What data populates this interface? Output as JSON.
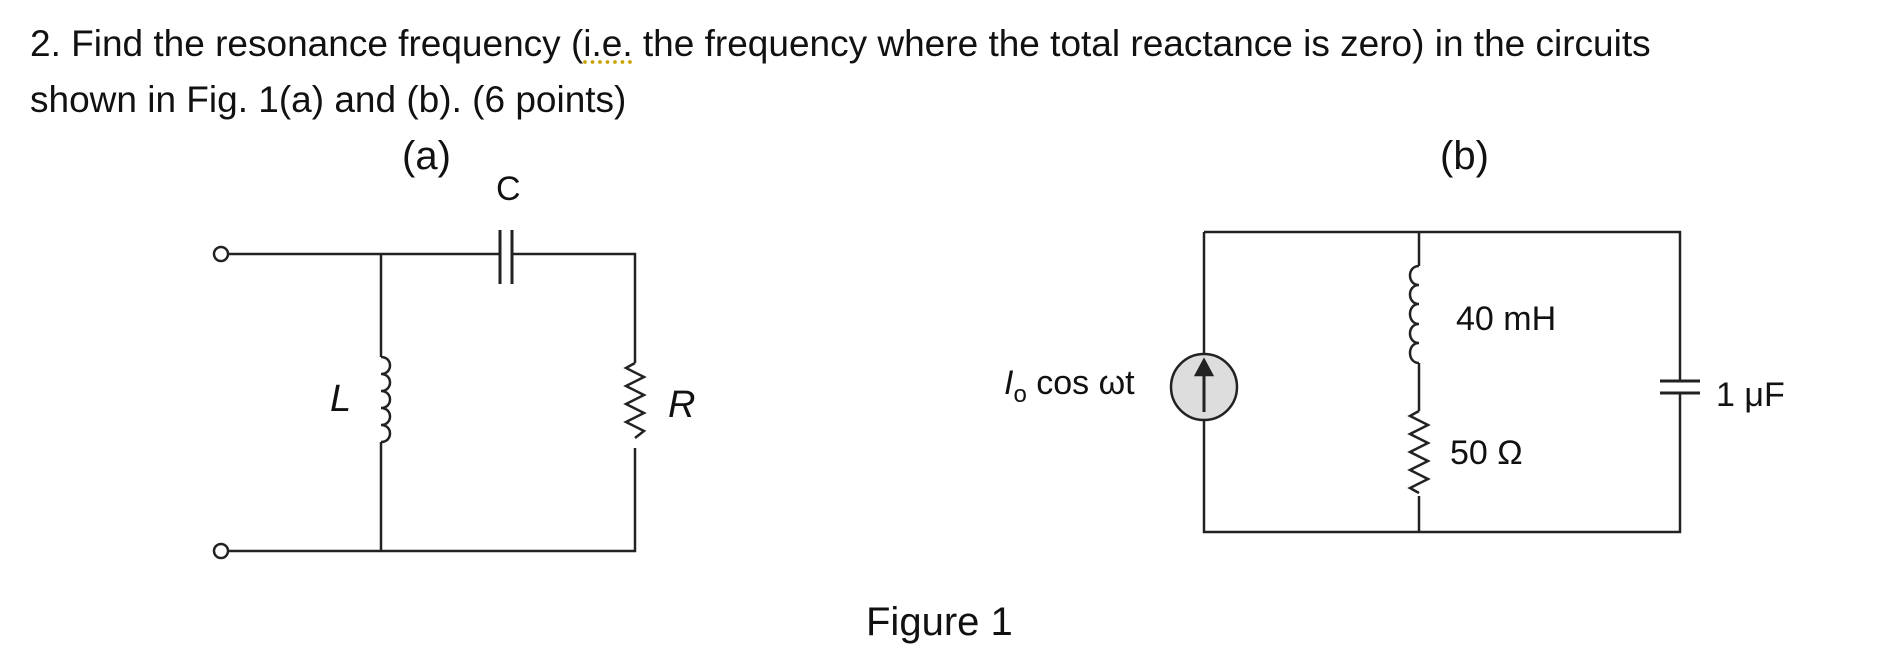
{
  "question": {
    "line1_prefix": "2. Find the resonance frequency (",
    "line1_ie": "i.e.",
    "line1_suffix": " the frequency where the total reactance is zero) in the circuits",
    "line2": "shown in Fig. 1(a) and (b). (6 points)"
  },
  "circuit_a": {
    "caption": "(a)",
    "capacitor_label": "C",
    "inductor_label": "L",
    "resistor_label": "R"
  },
  "circuit_b": {
    "caption": "(b)",
    "source_label_i": "I",
    "source_label_sub": "o",
    "source_label_rest": " cos ωt",
    "inductor_label": "40 mH",
    "resistor_label": "50 Ω",
    "capacitor_label": "1 μF"
  },
  "figure_caption": "Figure 1"
}
